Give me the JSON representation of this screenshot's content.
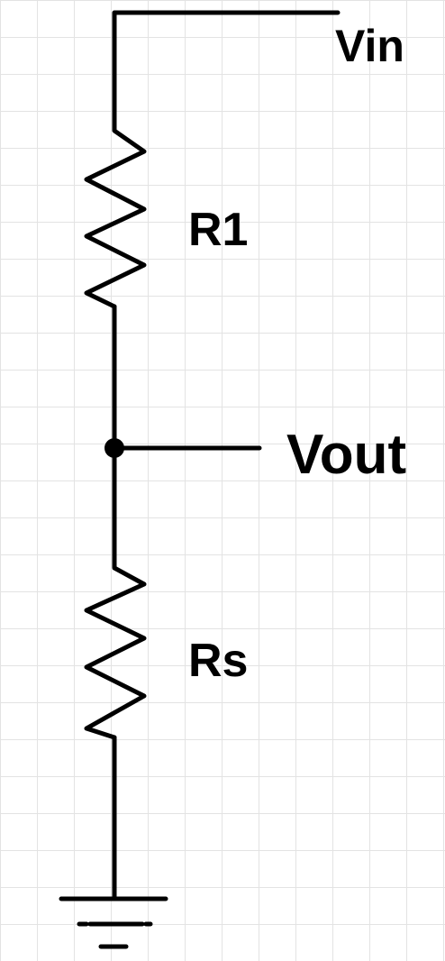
{
  "diagram": {
    "labels": {
      "vin": "Vin",
      "r1": "R1",
      "vout": "Vout",
      "rs": "Rs"
    },
    "colors": {
      "ink": "#000000",
      "background": "#ffffff",
      "grid": "#e3e3e3"
    }
  }
}
